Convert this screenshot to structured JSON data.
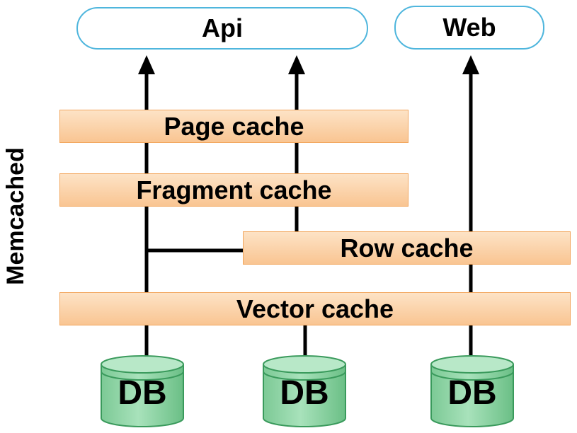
{
  "nodes": {
    "api": "Api",
    "web": "Web"
  },
  "group_label": "Memcached",
  "layers": {
    "page_cache": "Page cache",
    "fragment_cache": "Fragment cache",
    "row_cache": "Row cache",
    "vector_cache": "Vector cache"
  },
  "databases": [
    "DB",
    "DB",
    "DB"
  ],
  "colors": {
    "node_border": "#4fb6dd",
    "cache_fill_top": "#fde3c6",
    "cache_fill_bottom": "#f9c592",
    "cache_border": "#f2a65d",
    "db_fill": "#8fd6a8",
    "db_border": "#3a9a5c",
    "line": "#000000"
  }
}
